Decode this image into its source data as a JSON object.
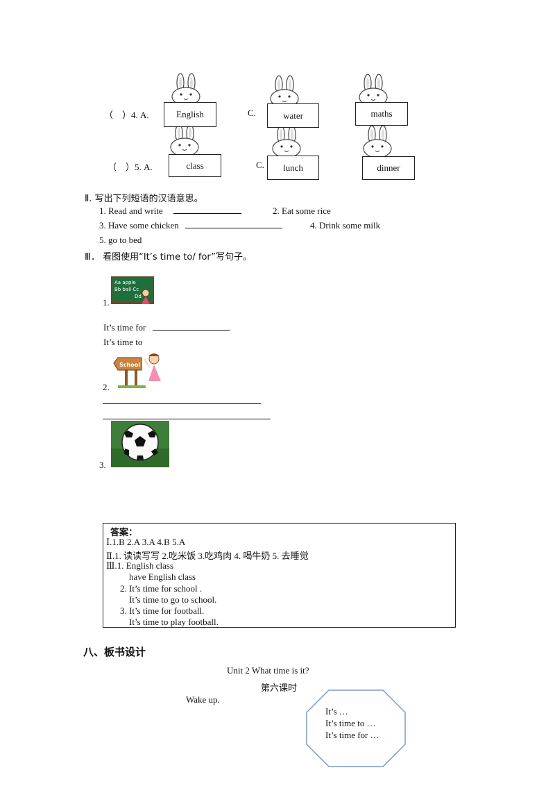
{
  "section1": {
    "q4": {
      "num": "（　）4. A.",
      "a": "English",
      "c_label": "C.",
      "c": "water",
      "b": "maths"
    },
    "q5": {
      "num": "（　）5. A.",
      "a": "class",
      "c_label": "C.",
      "c": "lunch",
      "b": "dinner"
    }
  },
  "section2": {
    "title": "Ⅱ. 写出下列短语的汉语意思。",
    "items": [
      "1.  Read  and  write",
      "2.  Eat  some  rice",
      "3.  Have  some  chicken",
      "4.  Drink  some  milk",
      "5.  go  to  bed"
    ]
  },
  "section3": {
    "title": "Ⅲ．  看图使用“It’s time to/ for”写句子。",
    "q1_num": "1.",
    "q1_line1": "It’s  time  for",
    "q1_line1_end": ".",
    "q1_line2": "It’s  time  to",
    "q2_num": "2.",
    "q3_num": "3.",
    "board_text": [
      "Aa apple",
      "Bb ball Cc",
      "Dd"
    ],
    "sign_text": "School"
  },
  "answers": {
    "title": "答案：",
    "lines": [
      "Ⅰ.1.B  2.A  3.A  4.B  5.A",
      "Ⅱ.1.  读读写写  2.吃米饭    3.吃鸡肉    4.  喝牛奶    5.  去睡觉",
      "Ⅲ.1.    English  class",
      "have  English  class",
      "2.  It’s  time  for  school  .",
      "It’s  time  to  go  to  school.",
      "3.  It’s  time  for  football.",
      "It’s  time  to  play  football."
    ]
  },
  "board": {
    "heading": "八、板书设计",
    "unit_title": "Unit  2  What  time  is  it?",
    "lesson": "第六课时",
    "wake": "Wake  up.",
    "octagon_lines": [
      "It’s …",
      "It’s time to …",
      "It’s time for …"
    ]
  }
}
